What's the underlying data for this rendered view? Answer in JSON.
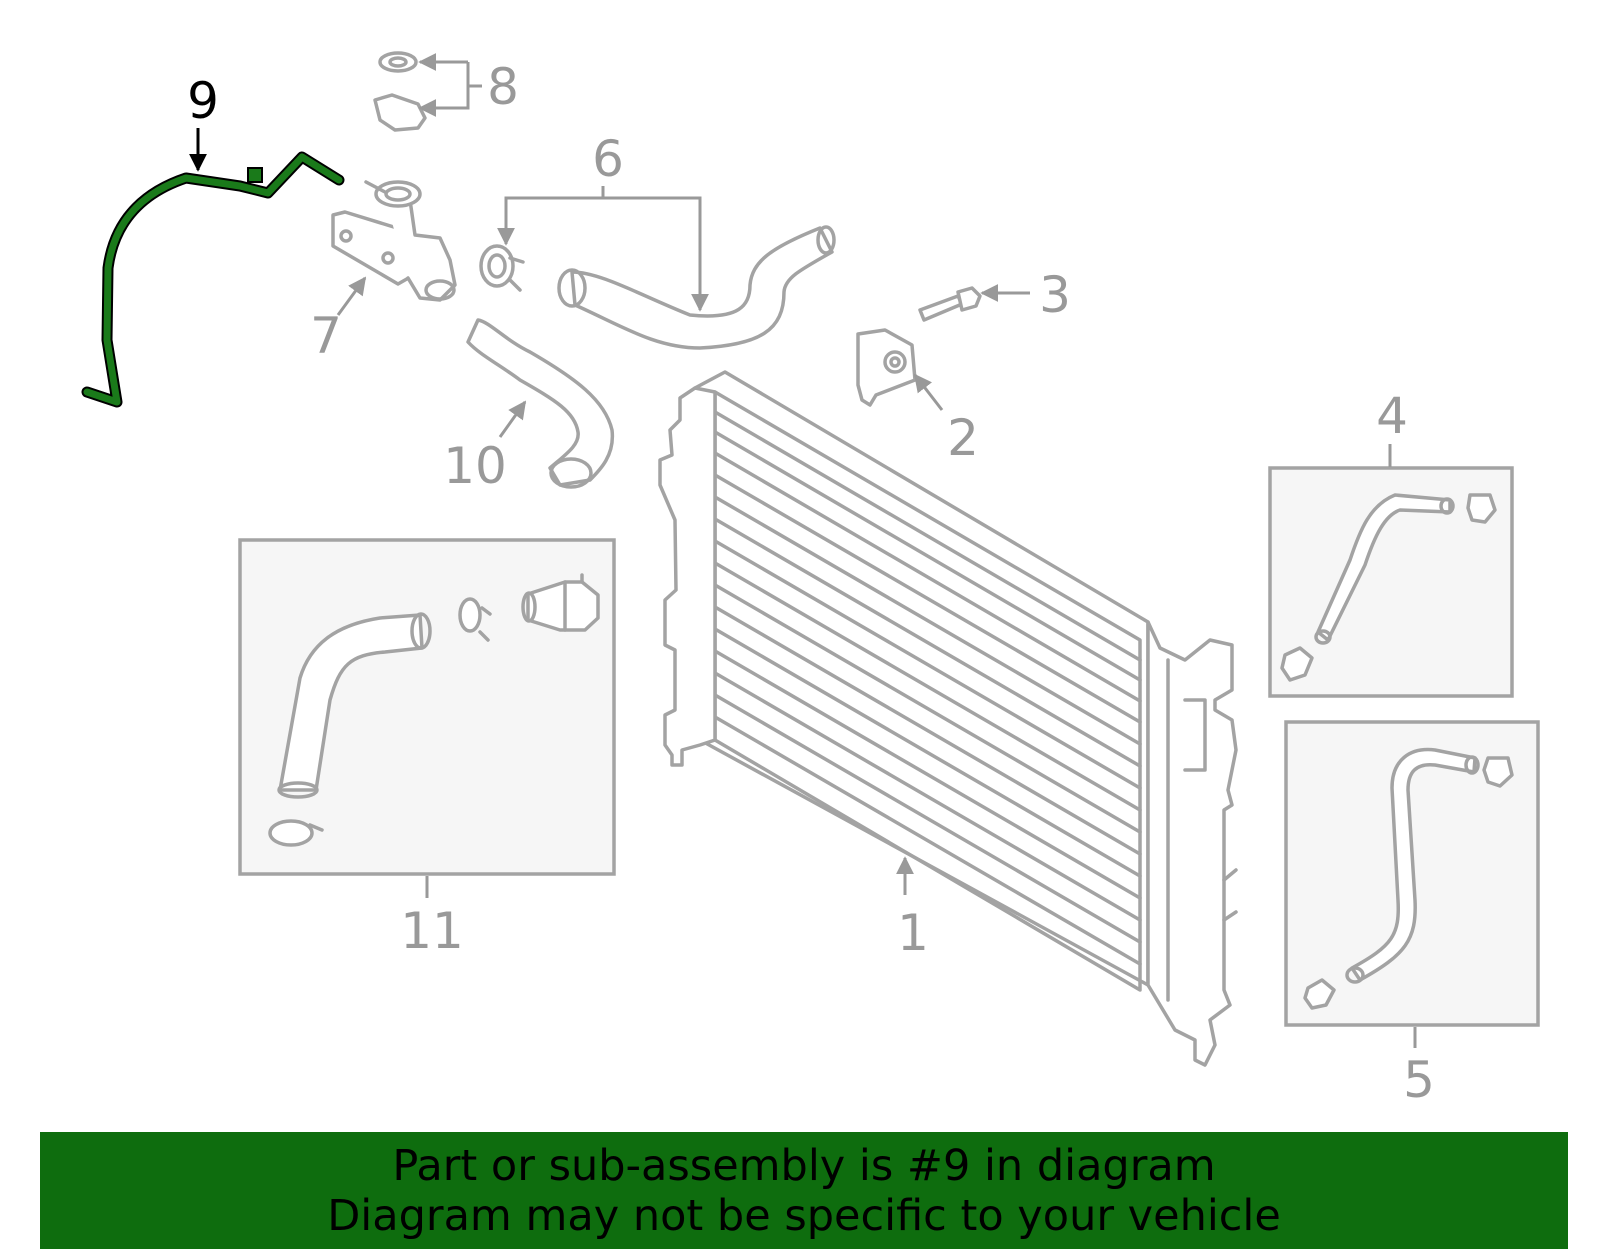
{
  "callouts": {
    "c1": "1",
    "c2": "2",
    "c3": "3",
    "c4": "4",
    "c5": "5",
    "c6": "6",
    "c7": "7",
    "c8": "8",
    "c9": "9",
    "c10": "10",
    "c11": "11"
  },
  "highlighted_part": "9",
  "banner": {
    "line1": "Part or sub-assembly is #9 in diagram",
    "line2": "Diagram may not be specific to your vehicle"
  },
  "colors": {
    "highlight_green": "#1a7a1a",
    "banner_green": "#0e6d0e",
    "part_gray": "#a3a3a3",
    "label_gray": "#999999"
  }
}
